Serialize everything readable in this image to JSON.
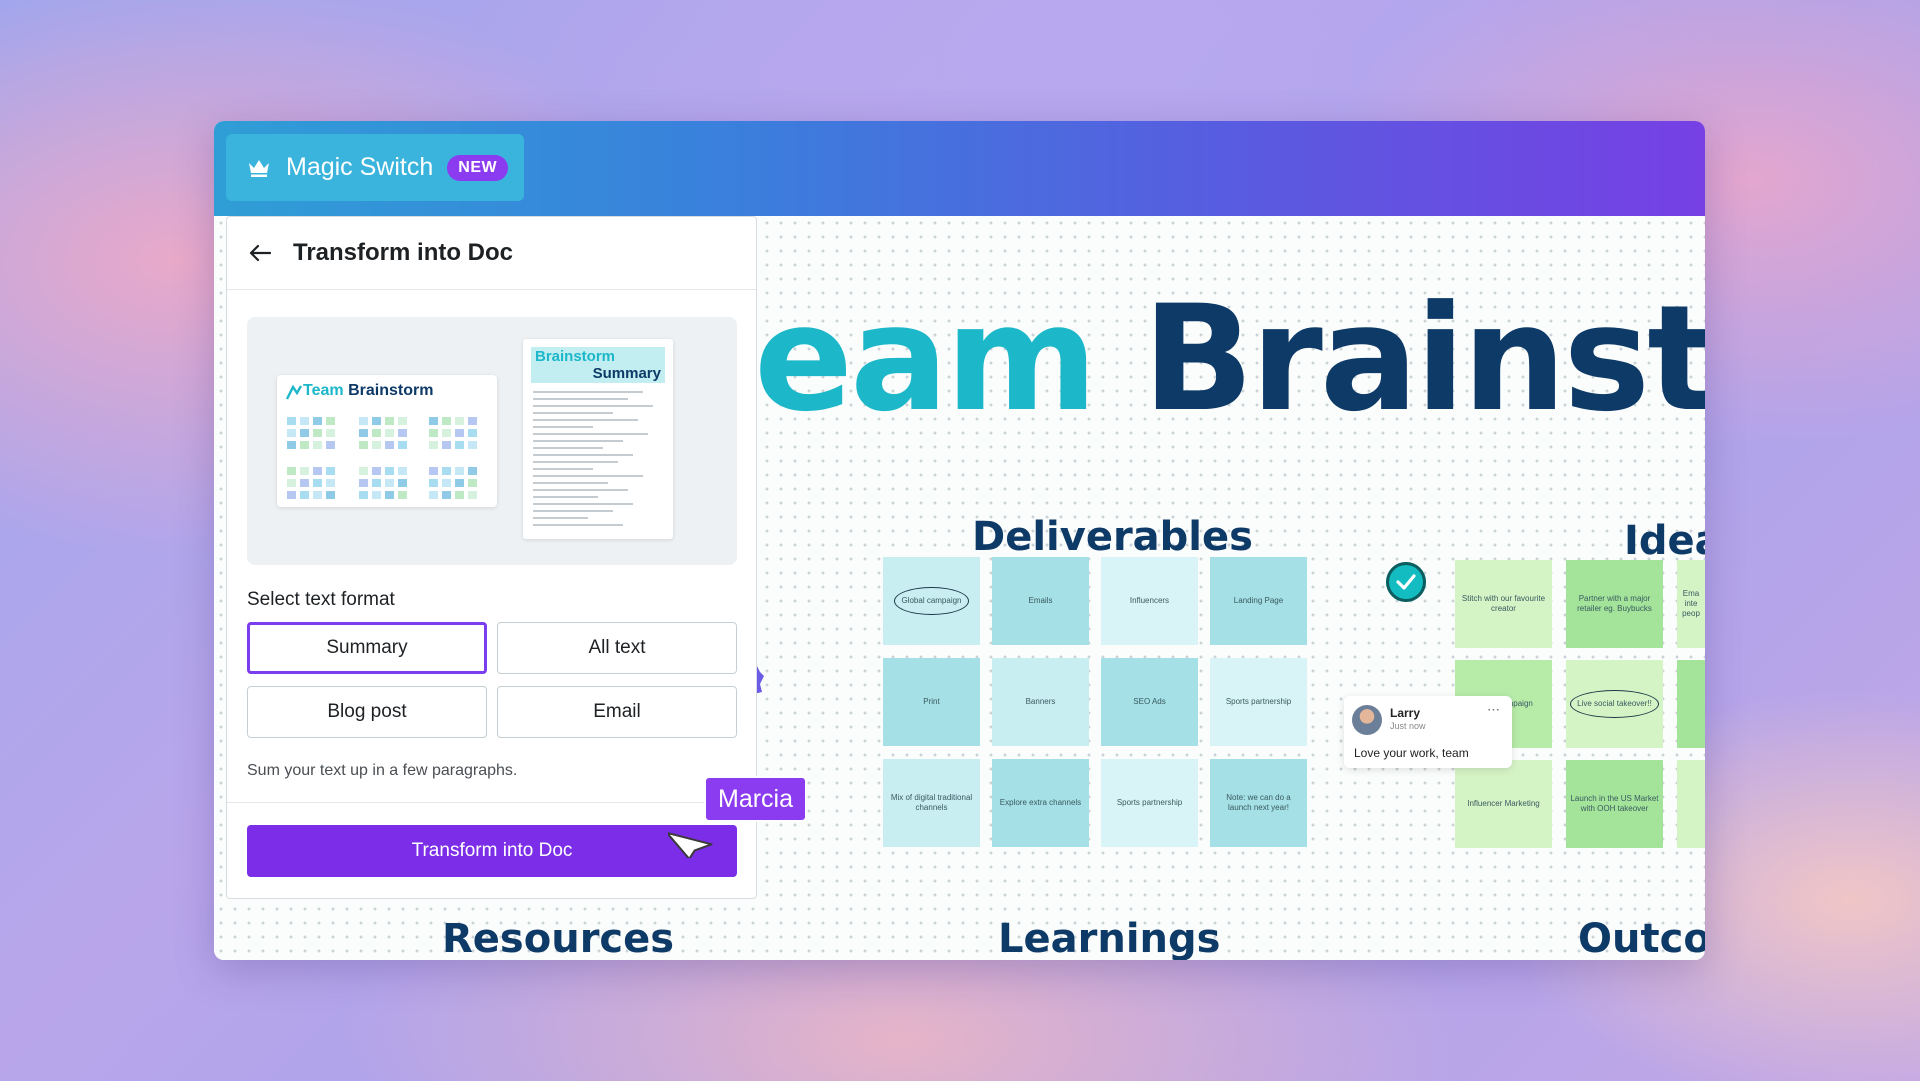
{
  "topbar": {
    "app_label": "Magic Switch",
    "new_badge": "NEW"
  },
  "canvas": {
    "title_part1": "eam",
    "title_part2": "Brainstorr",
    "sections": {
      "deliverables": "Deliverables",
      "ideas": "Idea",
      "resources": "Resources",
      "learnings": "Learnings",
      "outcomes": "Outco"
    },
    "deliverable_notes": [
      "Global campaign",
      "Emails",
      "Influencers",
      "Landing Page",
      "Print",
      "Banners",
      "SEO Ads",
      "Sports partnership",
      "Mix of digital traditional channels",
      "Explore extra channels",
      "Sports partnership",
      "Note: we can do a launch next year!"
    ],
    "idea_notes": [
      "Stitch with our favourite creator",
      "Partner with a major retailer eg. Buybucks",
      "Ema inte peop",
      "Social campaign",
      "Live social takeover!!",
      "",
      "Influencer Marketing",
      "Launch in the US Market with OOH takeover",
      ""
    ],
    "comment": {
      "author": "Larry",
      "time": "Just now",
      "message": "Love your work, team",
      "more": "⋯"
    }
  },
  "panel": {
    "title": "Transform into Doc",
    "preview_board_title_a": "Team",
    "preview_board_title_b": "Brainstorm",
    "preview_doc_title_1": "Brainstorm",
    "preview_doc_title_2": "Summary",
    "format_label": "Select text format",
    "formats": [
      "Summary",
      "All text",
      "Blog post",
      "Email"
    ],
    "selected_format": "Summary",
    "hint": "Sum your text up in a few paragraphs.",
    "cta": "Transform into Doc"
  },
  "collaborator_cursor": {
    "name": "Marcia"
  },
  "colors": {
    "accent_purple": "#7c2de8",
    "teal": "#1cb7c9",
    "navy": "#0e3a67"
  }
}
